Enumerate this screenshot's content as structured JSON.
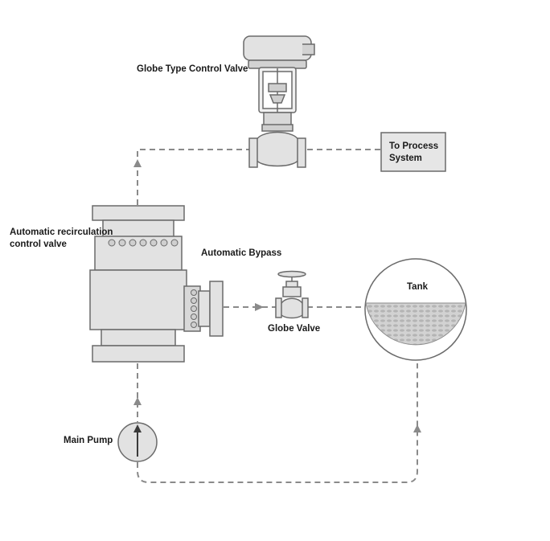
{
  "labels": {
    "globe_control_valve": "Globe Type Control Valve",
    "recirc_valve_line1": "Automatic recirculation",
    "recirc_valve_line2": "control valve",
    "automatic_bypass": "Automatic Bypass",
    "globe_valve": "Globe Valve",
    "tank": "Tank",
    "main_pump": "Main Pump",
    "process_line1": "To Process",
    "process_line2": "System"
  },
  "colors": {
    "pipe": "#8a8a8a",
    "equipment_fill": "#e2e2e2",
    "equipment_stroke": "#6a6a6a",
    "liquid": "#b9b9b9",
    "box_fill": "#e6e6e6"
  }
}
